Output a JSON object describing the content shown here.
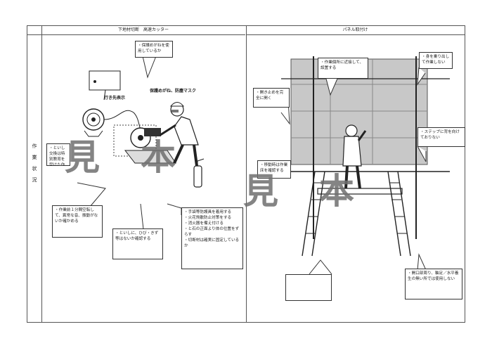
{
  "header": {
    "left_title": "下地材切断　高速カッター",
    "right_title": "パネル取付け"
  },
  "row_label": [
    "作",
    "業",
    "状",
    "況"
  ],
  "left": {
    "labels": {
      "destination": "行き先表示",
      "mask": "保護めがね、防塵マスク"
    },
    "callouts": [
      "・保護めがねを使用しているか",
      "・といし交換は特別教育を受けた作業者が実施しているか",
      "・作業前１分間空転して、異常な音、振動がないか確かめる",
      "・といしに、ひび・きず等はないか確認する",
      "・手袋等防護具を着用する\n・火花飛散防止対策をする\n・消火器を備え付ける\n・と石の正面より体の位置をずらす\n・切断材は確実に固定しているか"
    ]
  },
  "right": {
    "callouts": [
      "・作業個所に近接して、設置する",
      "・身を乗り出して作業しない",
      "・開き止めを完全に開く",
      "・ステップに背を向けておりない",
      "・移動時は作業床を確認する",
      "・開口部周り、軸足／水平養生の無い所では使用しない",
      ""
    ]
  },
  "watermark": {
    "left": "見　本",
    "right": "見　本"
  }
}
